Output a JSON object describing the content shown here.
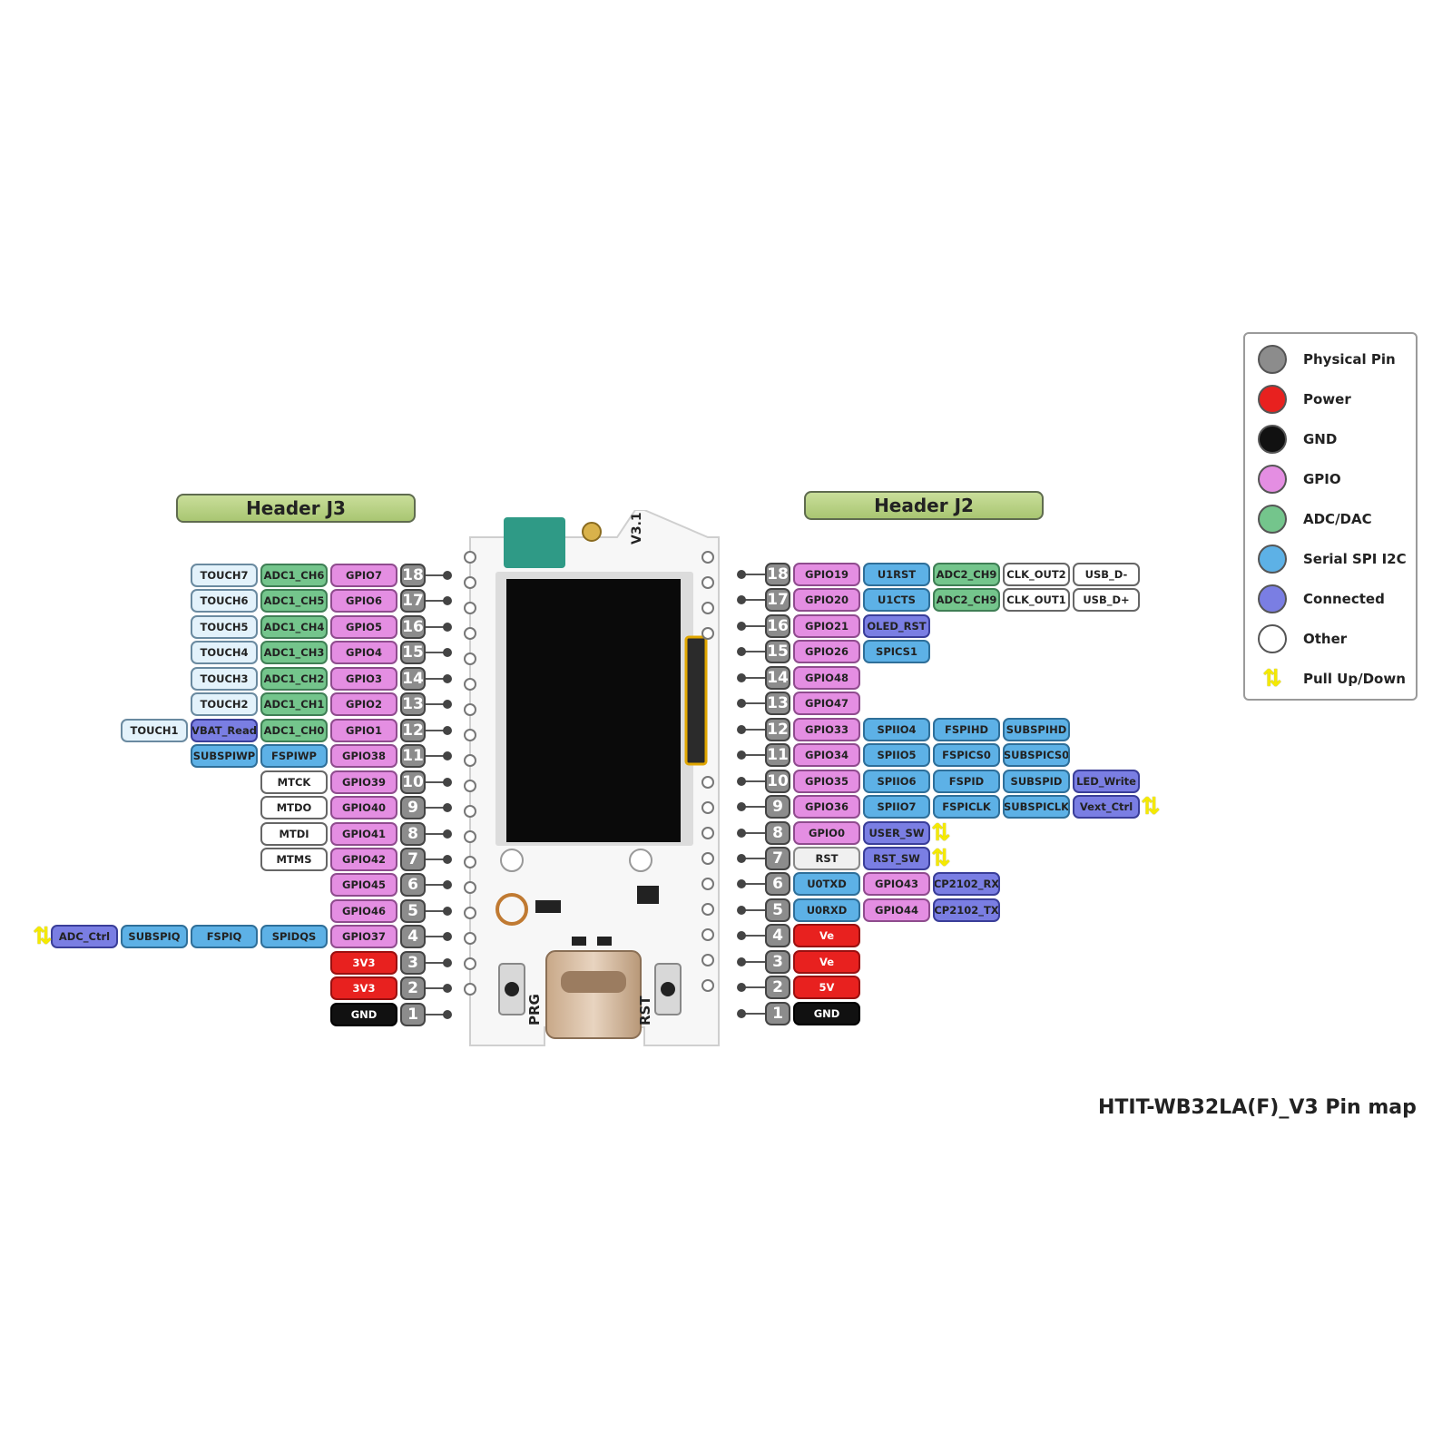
{
  "title": "HTIT-WB32LA(F)_V3 Pin map",
  "headers": {
    "left": "Header J3",
    "right": "Header J2"
  },
  "board": {
    "version_mark": "V3.1",
    "prg_label": "PRG",
    "rst_label": "RST"
  },
  "colors": {
    "physical": "#8c8c8c",
    "power": "#e8211f",
    "gnd": "#111111",
    "gpio": "#e48ee2",
    "adc": "#74c58c",
    "serial": "#5db1e6",
    "connected": "#7a7ee3",
    "other": "#ffffff",
    "touch": "#e3f2fb",
    "rst": "#f0f0f0"
  },
  "legend": [
    {
      "label": "Physical Pin",
      "type": "physical"
    },
    {
      "label": "Power",
      "type": "power"
    },
    {
      "label": "GND",
      "type": "gnd"
    },
    {
      "label": "GPIO",
      "type": "gpio"
    },
    {
      "label": "ADC/DAC",
      "type": "adc"
    },
    {
      "label": "Serial SPI I2C",
      "type": "serial"
    },
    {
      "label": "Connected",
      "type": "connected"
    },
    {
      "label": "Other",
      "type": "other"
    },
    {
      "label": "Pull Up/Down",
      "type": "pull"
    }
  ],
  "left_pins": [
    {
      "pin": "18",
      "labels": [
        {
          "t": "GPIO7",
          "c": "gpio"
        },
        {
          "t": "ADC1_CH6",
          "c": "adc"
        },
        {
          "t": "TOUCH7",
          "c": "touch"
        }
      ]
    },
    {
      "pin": "17",
      "labels": [
        {
          "t": "GPIO6",
          "c": "gpio"
        },
        {
          "t": "ADC1_CH5",
          "c": "adc"
        },
        {
          "t": "TOUCH6",
          "c": "touch"
        }
      ]
    },
    {
      "pin": "16",
      "labels": [
        {
          "t": "GPIO5",
          "c": "gpio"
        },
        {
          "t": "ADC1_CH4",
          "c": "adc"
        },
        {
          "t": "TOUCH5",
          "c": "touch"
        }
      ]
    },
    {
      "pin": "15",
      "labels": [
        {
          "t": "GPIO4",
          "c": "gpio"
        },
        {
          "t": "ADC1_CH3",
          "c": "adc"
        },
        {
          "t": "TOUCH4",
          "c": "touch"
        }
      ]
    },
    {
      "pin": "14",
      "labels": [
        {
          "t": "GPIO3",
          "c": "gpio"
        },
        {
          "t": "ADC1_CH2",
          "c": "adc"
        },
        {
          "t": "TOUCH3",
          "c": "touch"
        }
      ]
    },
    {
      "pin": "13",
      "labels": [
        {
          "t": "GPIO2",
          "c": "gpio"
        },
        {
          "t": "ADC1_CH1",
          "c": "adc"
        },
        {
          "t": "TOUCH2",
          "c": "touch"
        }
      ]
    },
    {
      "pin": "12",
      "labels": [
        {
          "t": "GPIO1",
          "c": "gpio"
        },
        {
          "t": "ADC1_CH0",
          "c": "adc"
        },
        {
          "t": "VBAT_Read",
          "c": "connected"
        },
        {
          "t": "TOUCH1",
          "c": "touch"
        }
      ]
    },
    {
      "pin": "11",
      "labels": [
        {
          "t": "GPIO38",
          "c": "gpio"
        },
        {
          "t": "FSPIWP",
          "c": "serial"
        },
        {
          "t": "SUBSPIWP",
          "c": "serial"
        }
      ]
    },
    {
      "pin": "10",
      "labels": [
        {
          "t": "GPIO39",
          "c": "gpio"
        },
        {
          "t": "MTCK",
          "c": "other"
        }
      ]
    },
    {
      "pin": "9",
      "labels": [
        {
          "t": "GPIO40",
          "c": "gpio"
        },
        {
          "t": "MTDO",
          "c": "other"
        }
      ]
    },
    {
      "pin": "8",
      "labels": [
        {
          "t": "GPIO41",
          "c": "gpio"
        },
        {
          "t": "MTDI",
          "c": "other"
        }
      ]
    },
    {
      "pin": "7",
      "labels": [
        {
          "t": "GPIO42",
          "c": "gpio"
        },
        {
          "t": "MTMS",
          "c": "other"
        }
      ]
    },
    {
      "pin": "6",
      "labels": [
        {
          "t": "GPIO45",
          "c": "gpio"
        }
      ]
    },
    {
      "pin": "5",
      "labels": [
        {
          "t": "GPIO46",
          "c": "gpio"
        }
      ]
    },
    {
      "pin": "4",
      "labels": [
        {
          "t": "GPIO37",
          "c": "gpio"
        },
        {
          "t": "SPIDQS",
          "c": "serial"
        },
        {
          "t": "FSPIQ",
          "c": "serial"
        },
        {
          "t": "SUBSPIQ",
          "c": "serial"
        },
        {
          "t": "ADC_Ctrl",
          "c": "connected"
        }
      ],
      "pull": true
    },
    {
      "pin": "3",
      "labels": [
        {
          "t": "3V3",
          "c": "power"
        }
      ]
    },
    {
      "pin": "2",
      "labels": [
        {
          "t": "3V3",
          "c": "power"
        }
      ]
    },
    {
      "pin": "1",
      "labels": [
        {
          "t": "GND",
          "c": "gnd"
        }
      ]
    }
  ],
  "right_pins": [
    {
      "pin": "18",
      "labels": [
        {
          "t": "GPIO19",
          "c": "gpio"
        },
        {
          "t": "U1RST",
          "c": "serial"
        },
        {
          "t": "ADC2_CH9",
          "c": "adc"
        },
        {
          "t": "CLK_OUT2",
          "c": "other"
        },
        {
          "t": "USB_D-",
          "c": "other"
        }
      ]
    },
    {
      "pin": "17",
      "labels": [
        {
          "t": "GPIO20",
          "c": "gpio"
        },
        {
          "t": "U1CTS",
          "c": "serial"
        },
        {
          "t": "ADC2_CH9",
          "c": "adc"
        },
        {
          "t": "CLK_OUT1",
          "c": "other"
        },
        {
          "t": "USB_D+",
          "c": "other"
        }
      ]
    },
    {
      "pin": "16",
      "labels": [
        {
          "t": "GPIO21",
          "c": "gpio"
        },
        {
          "t": "OLED_RST",
          "c": "connected"
        }
      ]
    },
    {
      "pin": "15",
      "labels": [
        {
          "t": "GPIO26",
          "c": "gpio"
        },
        {
          "t": "SPICS1",
          "c": "serial"
        }
      ]
    },
    {
      "pin": "14",
      "labels": [
        {
          "t": "GPIO48",
          "c": "gpio"
        }
      ]
    },
    {
      "pin": "13",
      "labels": [
        {
          "t": "GPIO47",
          "c": "gpio"
        }
      ]
    },
    {
      "pin": "12",
      "labels": [
        {
          "t": "GPIO33",
          "c": "gpio"
        },
        {
          "t": "SPIIO4",
          "c": "serial"
        },
        {
          "t": "FSPIHD",
          "c": "serial"
        },
        {
          "t": "SUBSPIHD",
          "c": "serial"
        }
      ]
    },
    {
      "pin": "11",
      "labels": [
        {
          "t": "GPIO34",
          "c": "gpio"
        },
        {
          "t": "SPIIO5",
          "c": "serial"
        },
        {
          "t": "FSPICS0",
          "c": "serial"
        },
        {
          "t": "SUBSPICS0",
          "c": "serial"
        }
      ]
    },
    {
      "pin": "10",
      "labels": [
        {
          "t": "GPIO35",
          "c": "gpio"
        },
        {
          "t": "SPIIO6",
          "c": "serial"
        },
        {
          "t": "FSPID",
          "c": "serial"
        },
        {
          "t": "SUBSPID",
          "c": "serial"
        },
        {
          "t": "LED_Write",
          "c": "connected"
        }
      ]
    },
    {
      "pin": "9",
      "labels": [
        {
          "t": "GPIO36",
          "c": "gpio"
        },
        {
          "t": "SPIIO7",
          "c": "serial"
        },
        {
          "t": "FSPICLK",
          "c": "serial"
        },
        {
          "t": "SUBSPICLK",
          "c": "serial"
        },
        {
          "t": "Vext_Ctrl",
          "c": "connected"
        }
      ],
      "pull": true
    },
    {
      "pin": "8",
      "labels": [
        {
          "t": "GPIO0",
          "c": "gpio"
        },
        {
          "t": "USER_SW",
          "c": "connected"
        }
      ],
      "pull": true
    },
    {
      "pin": "7",
      "labels": [
        {
          "t": "RST",
          "c": "rst"
        },
        {
          "t": "RST_SW",
          "c": "connected"
        }
      ],
      "pull": true
    },
    {
      "pin": "6",
      "labels": [
        {
          "t": "U0TXD",
          "c": "serial"
        },
        {
          "t": "GPIO43",
          "c": "gpio"
        },
        {
          "t": "CP2102_RX",
          "c": "connected"
        }
      ]
    },
    {
      "pin": "5",
      "labels": [
        {
          "t": "U0RXD",
          "c": "serial"
        },
        {
          "t": "GPIO44",
          "c": "gpio"
        },
        {
          "t": "CP2102_TX",
          "c": "connected"
        }
      ]
    },
    {
      "pin": "4",
      "labels": [
        {
          "t": "Ve",
          "c": "power"
        }
      ]
    },
    {
      "pin": "3",
      "labels": [
        {
          "t": "Ve",
          "c": "power"
        }
      ]
    },
    {
      "pin": "2",
      "labels": [
        {
          "t": "5V",
          "c": "power"
        }
      ]
    },
    {
      "pin": "1",
      "labels": [
        {
          "t": "GND",
          "c": "gnd"
        }
      ]
    }
  ]
}
